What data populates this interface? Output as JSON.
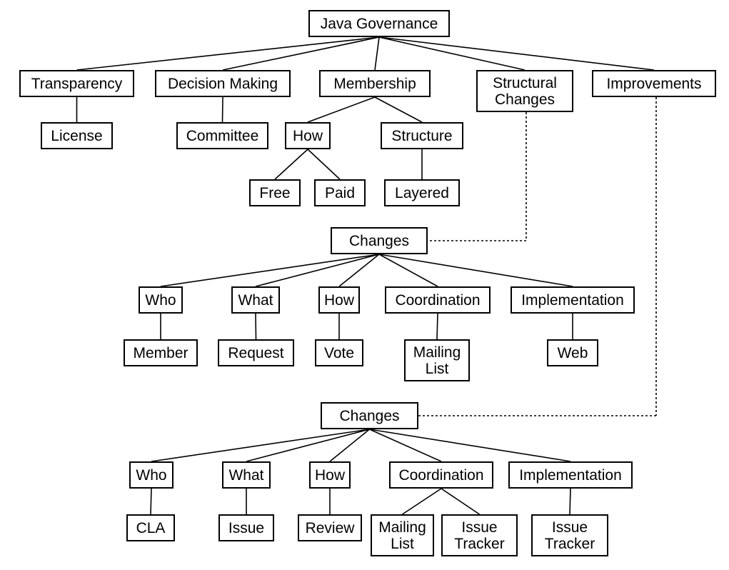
{
  "diagram": {
    "nodes": {
      "root": "Java Governance",
      "transparency": "Transparency",
      "license": "License",
      "decision_making": "Decision Making",
      "committee": "Committee",
      "membership": "Membership",
      "membership_how": "How",
      "membership_free": "Free",
      "membership_paid": "Paid",
      "membership_structure": "Structure",
      "membership_layered": "Layered",
      "structural_changes": "Structural\nChanges",
      "improvements": "Improvements",
      "sc_changes": "Changes",
      "sc_who": "Who",
      "sc_member": "Member",
      "sc_what": "What",
      "sc_request": "Request",
      "sc_how": "How",
      "sc_vote": "Vote",
      "sc_coordination": "Coordination",
      "sc_mailing_list": "Mailing\nList",
      "sc_implementation": "Implementation",
      "sc_web": "Web",
      "imp_changes": "Changes",
      "imp_who": "Who",
      "imp_cla": "CLA",
      "imp_what": "What",
      "imp_issue": "Issue",
      "imp_how": "How",
      "imp_review": "Review",
      "imp_coordination": "Coordination",
      "imp_mailing_list": "Mailing\nList",
      "imp_issue_tracker_coord": "Issue\nTracker",
      "imp_implementation": "Implementation",
      "imp_issue_tracker_impl": "Issue\nTracker"
    },
    "edges": [
      [
        "root",
        "transparency"
      ],
      [
        "root",
        "decision_making"
      ],
      [
        "root",
        "membership"
      ],
      [
        "root",
        "structural_changes"
      ],
      [
        "root",
        "improvements"
      ],
      [
        "transparency",
        "license"
      ],
      [
        "decision_making",
        "committee"
      ],
      [
        "membership",
        "membership_how"
      ],
      [
        "membership",
        "membership_structure"
      ],
      [
        "membership_how",
        "membership_free"
      ],
      [
        "membership_how",
        "membership_paid"
      ],
      [
        "membership_structure",
        "membership_layered"
      ],
      [
        "sc_changes",
        "sc_who"
      ],
      [
        "sc_changes",
        "sc_what"
      ],
      [
        "sc_changes",
        "sc_how"
      ],
      [
        "sc_changes",
        "sc_coordination"
      ],
      [
        "sc_changes",
        "sc_implementation"
      ],
      [
        "sc_who",
        "sc_member"
      ],
      [
        "sc_what",
        "sc_request"
      ],
      [
        "sc_how",
        "sc_vote"
      ],
      [
        "sc_coordination",
        "sc_mailing_list"
      ],
      [
        "sc_implementation",
        "sc_web"
      ],
      [
        "imp_changes",
        "imp_who"
      ],
      [
        "imp_changes",
        "imp_what"
      ],
      [
        "imp_changes",
        "imp_how"
      ],
      [
        "imp_changes",
        "imp_coordination"
      ],
      [
        "imp_changes",
        "imp_implementation"
      ],
      [
        "imp_who",
        "imp_cla"
      ],
      [
        "imp_what",
        "imp_issue"
      ],
      [
        "imp_how",
        "imp_review"
      ],
      [
        "imp_coordination",
        "imp_mailing_list"
      ],
      [
        "imp_coordination",
        "imp_issue_tracker_coord"
      ],
      [
        "imp_implementation",
        "imp_issue_tracker_impl"
      ]
    ],
    "dashed_links": [
      [
        "structural_changes",
        "sc_changes"
      ],
      [
        "improvements",
        "imp_changes"
      ]
    ],
    "colors": {
      "line": "#000000",
      "box_border": "#000000",
      "box_fill": "#ffffff"
    }
  }
}
